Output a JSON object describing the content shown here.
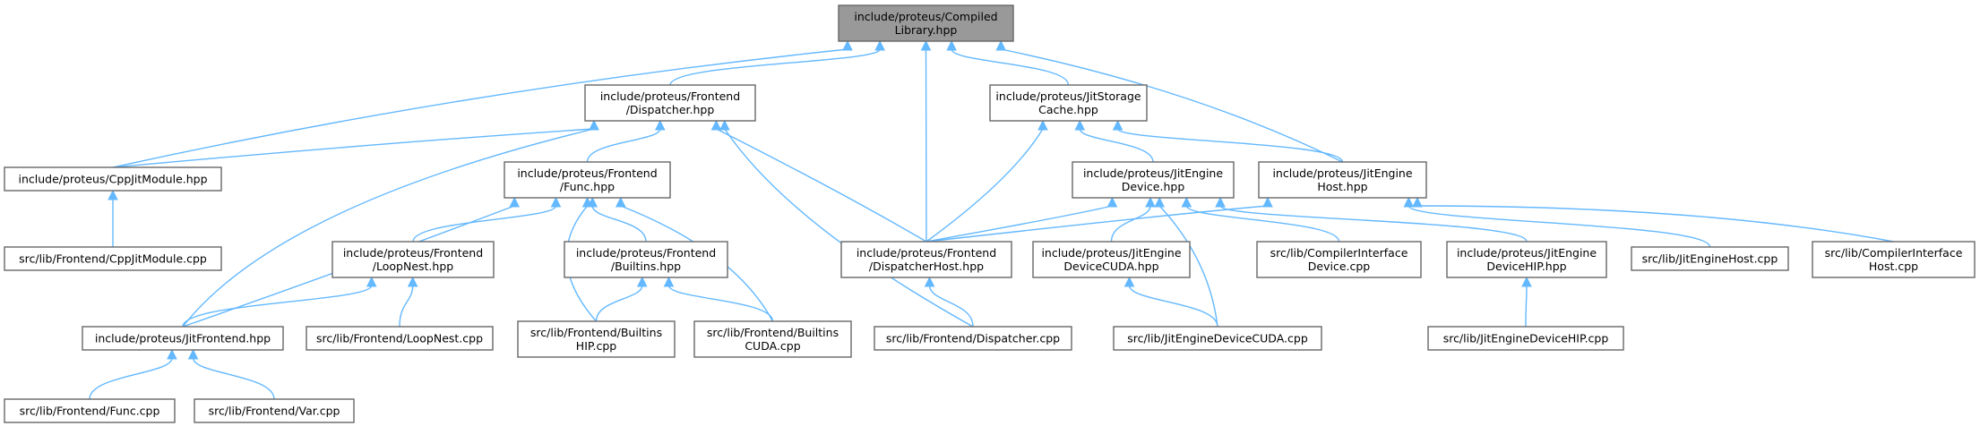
{
  "colors": {
    "edge": "#63b8ff",
    "root_fill": "#999999",
    "node_border": "#666666",
    "background": "#ffffff"
  },
  "nodes": [
    {
      "id": "compiled_library",
      "lines": [
        "include/proteus/Compiled",
        "Library.hpp"
      ],
      "root": true
    },
    {
      "id": "frontend_dispatcher",
      "lines": [
        "include/proteus/Frontend",
        "/Dispatcher.hpp"
      ]
    },
    {
      "id": "jit_storage_cache",
      "lines": [
        "include/proteus/JitStorage",
        "Cache.hpp"
      ]
    },
    {
      "id": "cpp_jit_module",
      "lines": [
        "include/proteus/CppJitModule.hpp"
      ]
    },
    {
      "id": "frontend_func",
      "lines": [
        "include/proteus/Frontend",
        "/Func.hpp"
      ]
    },
    {
      "id": "jit_engine_device",
      "lines": [
        "include/proteus/JitEngine",
        "Device.hpp"
      ]
    },
    {
      "id": "jit_engine_host",
      "lines": [
        "include/proteus/JitEngine",
        "Host.hpp"
      ]
    },
    {
      "id": "cpp_jit_module_cpp",
      "lines": [
        "src/lib/Frontend/CppJitModule.cpp"
      ]
    },
    {
      "id": "frontend_loopnest",
      "lines": [
        "include/proteus/Frontend",
        "/LoopNest.hpp"
      ]
    },
    {
      "id": "frontend_builtins",
      "lines": [
        "include/proteus/Frontend",
        "/Builtins.hpp"
      ]
    },
    {
      "id": "frontend_dispatcher_host",
      "lines": [
        "include/proteus/Frontend",
        "/DispatcherHost.hpp"
      ]
    },
    {
      "id": "jit_engine_device_cuda",
      "lines": [
        "include/proteus/JitEngine",
        "DeviceCUDA.hpp"
      ]
    },
    {
      "id": "compiler_interface_device",
      "lines": [
        "src/lib/CompilerInterface",
        "Device.cpp"
      ]
    },
    {
      "id": "jit_engine_device_hip",
      "lines": [
        "include/proteus/JitEngine",
        "DeviceHIP.hpp"
      ]
    },
    {
      "id": "jit_engine_host_cpp",
      "lines": [
        "src/lib/JitEngineHost.cpp"
      ]
    },
    {
      "id": "compiler_interface_host",
      "lines": [
        "src/lib/CompilerInterface",
        "Host.cpp"
      ]
    },
    {
      "id": "jit_frontend",
      "lines": [
        "include/proteus/JitFrontend.hpp"
      ]
    },
    {
      "id": "loopnest_cpp",
      "lines": [
        "src/lib/Frontend/LoopNest.cpp"
      ]
    },
    {
      "id": "builtins_hip_cpp",
      "lines": [
        "src/lib/Frontend/Builtins",
        "HIP.cpp"
      ]
    },
    {
      "id": "builtins_cuda_cpp",
      "lines": [
        "src/lib/Frontend/Builtins",
        "CUDA.cpp"
      ]
    },
    {
      "id": "dispatcher_cpp",
      "lines": [
        "src/lib/Frontend/Dispatcher.cpp"
      ]
    },
    {
      "id": "jit_engine_device_cuda_cpp",
      "lines": [
        "src/lib/JitEngineDeviceCUDA.cpp"
      ]
    },
    {
      "id": "jit_engine_device_hip_cpp",
      "lines": [
        "src/lib/JitEngineDeviceHIP.cpp"
      ]
    },
    {
      "id": "func_cpp",
      "lines": [
        "src/lib/Frontend/Func.cpp"
      ]
    },
    {
      "id": "var_cpp",
      "lines": [
        "src/lib/Frontend/Var.cpp"
      ]
    }
  ],
  "edges": [
    {
      "from": "frontend_dispatcher",
      "to": "compiled_library"
    },
    {
      "from": "jit_storage_cache",
      "to": "compiled_library"
    },
    {
      "from": "cpp_jit_module",
      "to": "compiled_library"
    },
    {
      "from": "frontend_dispatcher_host",
      "to": "compiled_library"
    },
    {
      "from": "jit_engine_host",
      "to": "compiled_library"
    },
    {
      "from": "cpp_jit_module_cpp",
      "to": "cpp_jit_module"
    },
    {
      "from": "cpp_jit_module",
      "to": "frontend_dispatcher"
    },
    {
      "from": "frontend_func",
      "to": "frontend_dispatcher"
    },
    {
      "from": "jit_frontend",
      "to": "frontend_dispatcher"
    },
    {
      "from": "frontend_dispatcher_host",
      "to": "frontend_dispatcher"
    },
    {
      "from": "dispatcher_cpp",
      "to": "frontend_dispatcher"
    },
    {
      "from": "frontend_loopnest",
      "to": "frontend_func"
    },
    {
      "from": "frontend_builtins",
      "to": "frontend_func"
    },
    {
      "from": "jit_frontend",
      "to": "frontend_func"
    },
    {
      "from": "builtins_hip_cpp",
      "to": "frontend_func"
    },
    {
      "from": "builtins_cuda_cpp",
      "to": "frontend_func"
    },
    {
      "from": "jit_frontend",
      "to": "frontend_loopnest"
    },
    {
      "from": "loopnest_cpp",
      "to": "frontend_loopnest"
    },
    {
      "from": "builtins_hip_cpp",
      "to": "frontend_builtins"
    },
    {
      "from": "builtins_cuda_cpp",
      "to": "frontend_builtins"
    },
    {
      "from": "func_cpp",
      "to": "jit_frontend"
    },
    {
      "from": "var_cpp",
      "to": "jit_frontend"
    },
    {
      "from": "dispatcher_cpp",
      "to": "frontend_dispatcher_host"
    },
    {
      "from": "jit_engine_device",
      "to": "jit_storage_cache"
    },
    {
      "from": "jit_engine_host",
      "to": "jit_storage_cache"
    },
    {
      "from": "frontend_dispatcher_host",
      "to": "jit_storage_cache"
    },
    {
      "from": "jit_engine_device_cuda",
      "to": "jit_engine_device"
    },
    {
      "from": "jit_engine_device_hip",
      "to": "jit_engine_device"
    },
    {
      "from": "compiler_interface_device",
      "to": "jit_engine_device"
    },
    {
      "from": "jit_engine_device_cuda_cpp",
      "to": "jit_engine_device"
    },
    {
      "from": "frontend_dispatcher_host",
      "to": "jit_engine_device"
    },
    {
      "from": "jit_engine_host_cpp",
      "to": "jit_engine_host"
    },
    {
      "from": "compiler_interface_host",
      "to": "jit_engine_host"
    },
    {
      "from": "frontend_dispatcher_host",
      "to": "jit_engine_host"
    },
    {
      "from": "jit_engine_device_cuda_cpp",
      "to": "jit_engine_device_cuda"
    },
    {
      "from": "jit_engine_device_hip_cpp",
      "to": "jit_engine_device_hip"
    }
  ]
}
